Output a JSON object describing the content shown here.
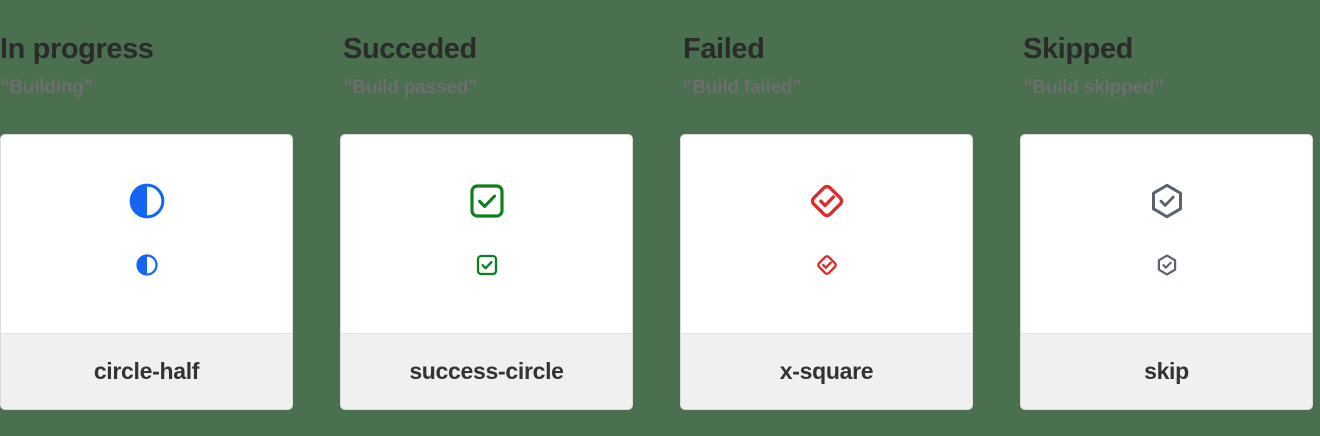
{
  "page": {
    "background_color": "#4a7050",
    "card_background": "#ffffff",
    "card_footer_background": "#f0f0f0",
    "title_color": "#2b2b2b",
    "subtitle_color": "#6e6e6e",
    "label_color": "#333333"
  },
  "columns": [
    {
      "title": "In progress",
      "subtitle": "“Building”",
      "icon_name": "circle-half-icon",
      "icon_label": "circle-half",
      "icon_color": "#1565f5"
    },
    {
      "title": "Succeded",
      "subtitle": "“Build passed”",
      "icon_name": "success-circle-icon",
      "icon_label": "success-circle",
      "icon_color": "#0a8020"
    },
    {
      "title": "Failed",
      "subtitle": "“Build failed”",
      "icon_name": "x-square-icon",
      "icon_label": "x-square",
      "icon_color": "#e02a2a"
    },
    {
      "title": "Skipped",
      "subtitle": "“Build skipped”",
      "icon_name": "skip-icon",
      "icon_label": "skip",
      "icon_color": "#5a6271"
    }
  ]
}
